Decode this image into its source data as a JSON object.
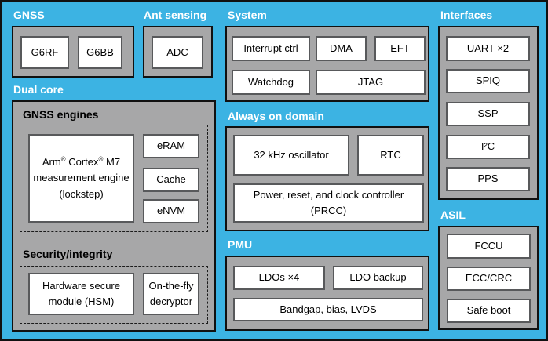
{
  "colors": {
    "background": "#3cb3e3",
    "block": "#a7a7a8",
    "frame": "#111111",
    "box_border": "#58595b"
  },
  "sections": {
    "gnss": {
      "label": "GNSS",
      "boxes": [
        "G6RF",
        "G6BB"
      ]
    },
    "ant_sensing": {
      "label": "Ant sensing",
      "boxes": [
        "ADC"
      ]
    },
    "dual_core": {
      "label": "Dual core",
      "gnss_engines": {
        "label": "GNSS engines",
        "cpu": {
          "part1": "Arm",
          "sup1": "®",
          "part2": " Cortex",
          "sup2": "®",
          "part3": " M7",
          "line2": "measurement engine",
          "line3": "(lockstep)"
        },
        "boxes": [
          "eRAM",
          "Cache",
          "eNVM"
        ]
      },
      "security": {
        "label": "Security/integrity",
        "boxes": [
          "Hardware secure module (HSM)",
          "On-the-fly decryptor"
        ]
      }
    },
    "system": {
      "label": "System",
      "boxes": [
        "Interrupt ctrl",
        "DMA",
        "EFT",
        "Watchdog",
        "JTAG"
      ]
    },
    "always_on": {
      "label": "Always on domain",
      "boxes": [
        "32 kHz oscillator",
        "RTC",
        "Power, reset, and clock controller (PRCC)"
      ]
    },
    "pmu": {
      "label": "PMU",
      "boxes": [
        "LDOs ×4",
        "LDO backup",
        "Bandgap, bias, LVDS"
      ]
    },
    "interfaces": {
      "label": "Interfaces",
      "boxes": [
        "UART ×2",
        "SPIQ",
        "SSP",
        "I²C",
        "PPS"
      ]
    },
    "asil": {
      "label": "ASIL",
      "boxes": [
        "FCCU",
        "ECC/CRC",
        "Safe boot"
      ]
    }
  }
}
